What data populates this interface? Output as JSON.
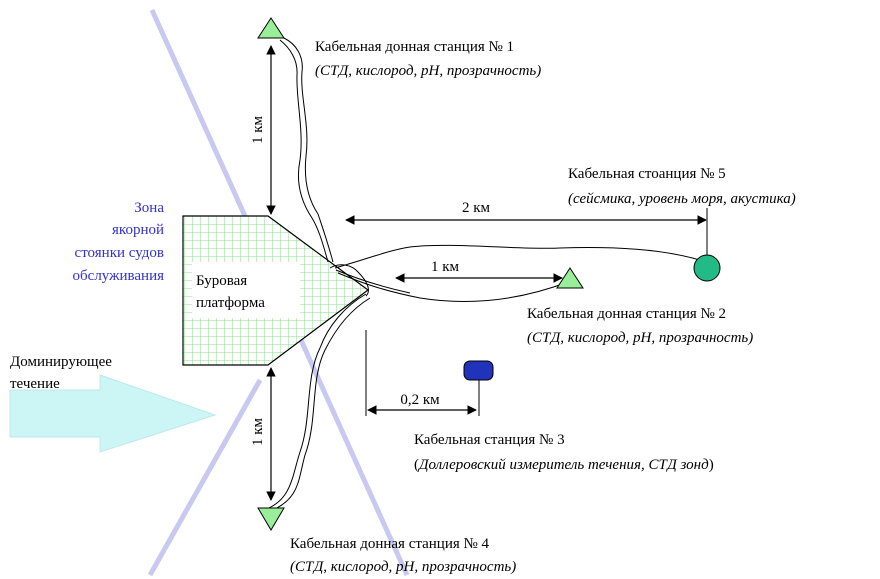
{
  "colors": {
    "marker_green": "#99ee99",
    "marker_teal": "#22bb88",
    "marker_blue": "#2233bb",
    "zone_line": "#c8c8f0",
    "zone_text": "#3333cc",
    "current_arrow": "#ccf5f5",
    "platform_grid": "#88dd88",
    "cable": "#000000"
  },
  "zone": {
    "line1": "Зона",
    "line2": "якорной",
    "line3": "стоянки судов",
    "line4": "обслуживания"
  },
  "platform": {
    "line1": "Буровая",
    "line2": "платформа"
  },
  "current": {
    "line1": "Доминирующее",
    "line2": "течение"
  },
  "stations": {
    "s1": {
      "title": "Кабельная донная станция № 1",
      "params": "(СТД, кислород, рН, прозрачность)",
      "marker": "triangle-up-icon"
    },
    "s2": {
      "title": "Кабельная донная станция № 2",
      "params": "(СТД, кислород, рН, прозрачность)",
      "marker": "triangle-up-icon"
    },
    "s3": {
      "title": "Кабельная станция № 3",
      "params_open": "(",
      "params_italic": "Доллеровский измеритель течения, СТД зонд",
      "params_close": ")",
      "marker": "rounded-square-icon"
    },
    "s4": {
      "title": "Кабельная донная станция № 4",
      "params": "(СТД, кислород, рН, прозрачность)",
      "marker": "triangle-down-icon"
    },
    "s5": {
      "title": "Кабельная стоанция № 5",
      "params": "(сейсмика, уровень моря, акустика)",
      "marker": "circle-icon"
    }
  },
  "distances": {
    "north": "1 км",
    "south": "1 км",
    "east_far": "2 км",
    "east_near": "1 км",
    "southeast": "0,2 км"
  }
}
